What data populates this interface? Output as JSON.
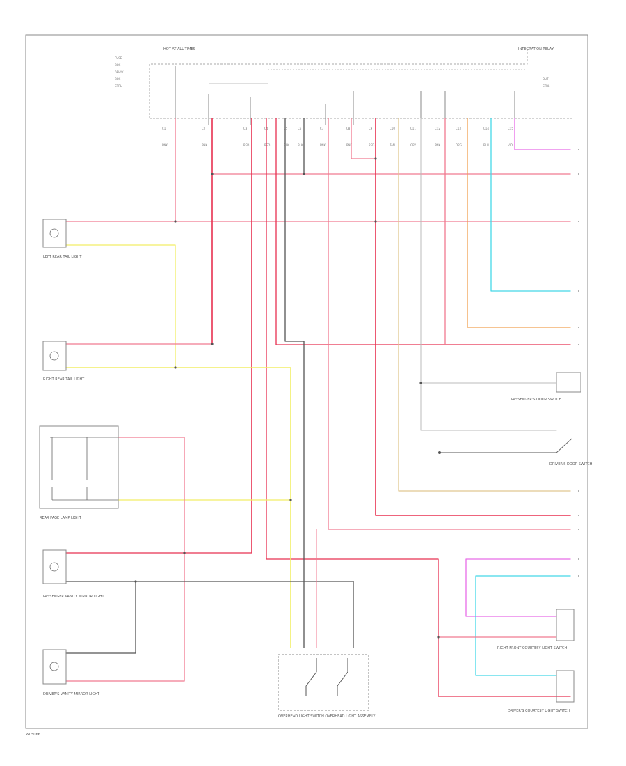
{
  "diagram": {
    "colors": {
      "pink": "#f07a90",
      "red": "#e83050",
      "yellow": "#f2ee66",
      "dark": "#555555",
      "magenta": "#e86ce8",
      "cyan": "#44d8e8",
      "orange": "#f0a050",
      "tan": "#e0c890",
      "gray": "#bbbbbb",
      "frame": "#888888"
    },
    "top_labels": {
      "hot_at_all_times": "HOT AT ALL TIMES",
      "integration_relay": "INTEGRATION RELAY"
    },
    "left_components": [
      "LEFT REAR TAIL LIGHT",
      "RIGHT REAR TAIL LIGHT",
      "REAR PAGE LAMP LIGHT",
      "PASSENGER VANITY MIRROR LIGHT",
      "DRIVER'S VANITY MIRROR LIGHT"
    ],
    "right_components": [
      "PASSENGER'S DOOR SWITCH",
      "DRIVER'S DOOR SWITCH",
      "RIGHT FRONT COURTESY LIGHT SWITCH",
      "DRIVER'S COURTESY LIGHT SWITCH"
    ],
    "bottom_component": "OVERHEAD LIGHT SWITCH OVERHEAD LIGHT ASSEMBLY",
    "footer_id": "W05066"
  }
}
